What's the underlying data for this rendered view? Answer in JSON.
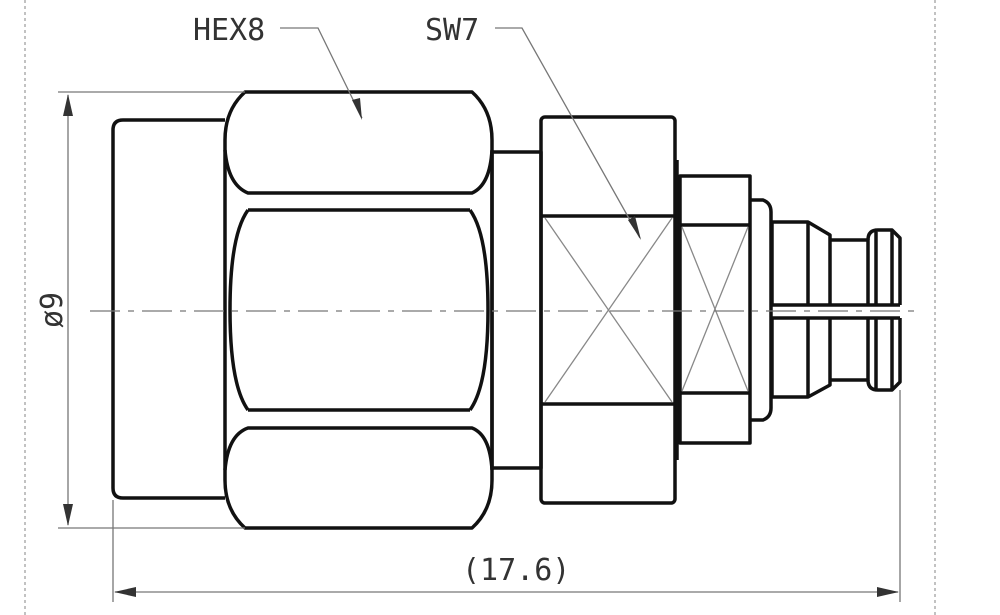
{
  "drawing": {
    "hex_label": "HEX8",
    "wrench_label": "SW7",
    "diameter_label": "ø9",
    "length_label": "(17.6)"
  },
  "colors": {
    "line": "#111111",
    "thin_line": "#888888",
    "background": "#ffffff"
  }
}
